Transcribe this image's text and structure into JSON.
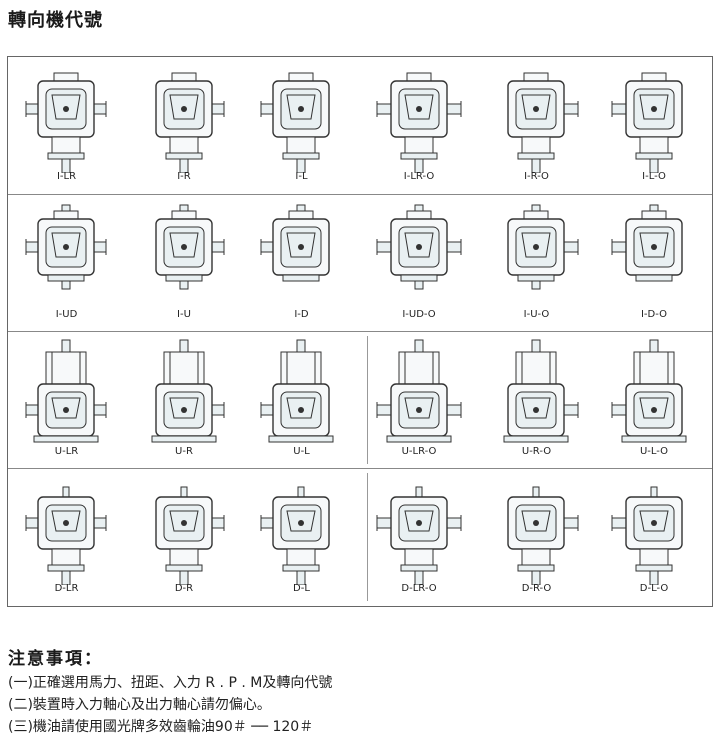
{
  "title": "轉向機代號",
  "rows": [
    {
      "style": "I",
      "labels": [
        "I-LR",
        "I-R",
        "I-L",
        "I-LR-O",
        "I-R-O",
        "I-L-O"
      ]
    },
    {
      "style": "ID",
      "labels": [
        "I-UD",
        "I-U",
        "I-D",
        "I-UD-O",
        "I-U-O",
        "I-D-O"
      ]
    },
    {
      "style": "U",
      "labels": [
        "U-LR",
        "U-R",
        "U-L",
        "U-LR-O",
        "U-R-O",
        "U-L-O"
      ]
    },
    {
      "style": "D",
      "labels": [
        "D-LR",
        "D-R",
        "D-L",
        "D-LR-O",
        "D-R-O",
        "D-L-O"
      ]
    }
  ],
  "notes": {
    "title": "注意事項：",
    "items": [
      "(一)正確選用馬力、扭距、入力 R . P . M及轉向代號",
      "(二)裝置時入力軸心及出力軸心請勿偏心。",
      "(三)機油請使用國光牌多效齒輪油90＃ ── 120＃"
    ]
  },
  "colors": {
    "line": "#333333",
    "fill": "#e9f0f2",
    "body": "#f7f9fa"
  }
}
